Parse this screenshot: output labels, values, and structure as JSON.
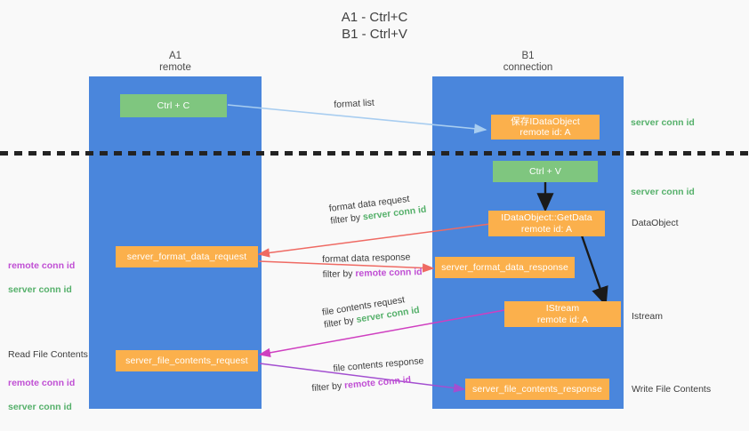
{
  "title": "A1 - Ctrl+C\nB1 - Ctrl+V",
  "colors": {
    "background": "#f9f9f9",
    "lane_blue": "#4a86dc",
    "node_green": "#7fc67f",
    "node_orange": "#fbb04c",
    "server_conn_green": "#55b06a",
    "remote_conn_purple": "#c04fd4",
    "arrow_blue": "#a8cdf0",
    "arrow_red": "#ef6a63",
    "arrow_magenta": "#cf3fc0",
    "arrow_purple": "#a34fd0",
    "arrow_black": "#1a1a1a",
    "divider_black": "#232323"
  },
  "lanes": [
    {
      "name": "a1",
      "title": "A1\nremote"
    },
    {
      "name": "b1",
      "title": "B1\nconnection"
    }
  ],
  "nodes": {
    "ctrl_c": "Ctrl + C",
    "idataobject": "保存IDataObject\nremote id: A",
    "ctrl_v": "Ctrl + V",
    "getdata": "IDataObject::GetData\nremote id: A",
    "format_data_request": "server_format_data_request",
    "format_data_response": "server_format_data_response",
    "istream": "IStream\nremote id: A",
    "file_contents_request": "server_file_contents_request",
    "file_contents_response": "server_file_contents_response"
  },
  "right_annotations": [
    {
      "key": "conn_top",
      "text": "server conn id"
    },
    {
      "key": "conn_mid",
      "text": "server conn id"
    },
    {
      "key": "dataobject",
      "text": "DataObject"
    },
    {
      "key": "istream",
      "text": "Istream"
    },
    {
      "key": "write_file",
      "text": "Write File Contents"
    }
  ],
  "left_annotations": [
    {
      "key": "format_ids",
      "remote": "remote conn id",
      "server": "server conn id"
    },
    {
      "key": "read_file_title",
      "text": "Read File Contents"
    },
    {
      "key": "file_ids",
      "remote": "remote conn id",
      "server": "server conn id"
    }
  ],
  "edge_labels": [
    {
      "key": "format_list",
      "text": "format list"
    },
    {
      "key": "format_data_request",
      "line1": "format data request",
      "filter_prefix": "filter by ",
      "filter_tag": "server conn id",
      "tag_kind": "server"
    },
    {
      "key": "format_data_response",
      "line1": "format data response",
      "filter_prefix": "filter by ",
      "filter_tag": "remote conn id",
      "tag_kind": "remote"
    },
    {
      "key": "file_contents_request",
      "line1": "file contents request",
      "filter_prefix": "filter by ",
      "filter_tag": "server conn id",
      "tag_kind": "server"
    },
    {
      "key": "file_contents_response",
      "line1": "file contents response",
      "filter_prefix": "filter by ",
      "filter_tag": "remote conn id",
      "tag_kind": "remote"
    }
  ]
}
